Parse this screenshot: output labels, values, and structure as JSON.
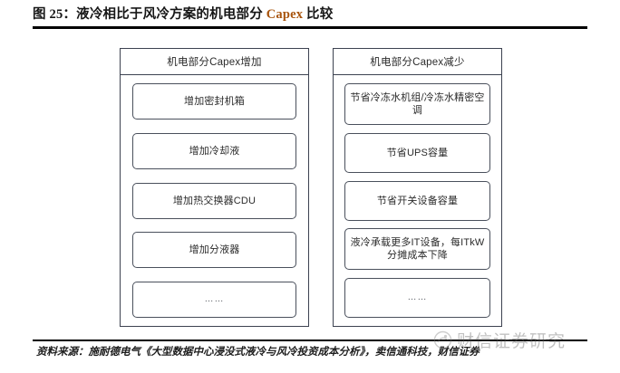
{
  "figure": {
    "label": "图 25：液冷相比于风冷方案的机电部分 ",
    "accent": "Capex",
    "label_tail": " 比较"
  },
  "diagram": {
    "left_panel": {
      "header": "机电部分Capex增加",
      "items": [
        "增加密封机箱",
        "增加冷却液",
        "增加热交换器CDU",
        "增加分液器",
        "……"
      ]
    },
    "right_panel": {
      "header": "机电部分Capex减少",
      "items": [
        "节省冷冻水机组/冷冻水精密空调",
        "节省UPS容量",
        "节省开关设备容量",
        "液冷承载更多IT设备，每ITkW分摊成本下降",
        "……"
      ]
    }
  },
  "footer": {
    "source": "资料来源：施耐德电气《大型数据中心浸没式液冷与风冷投资成本分析》，卖信通科技，财信证券"
  },
  "watermark": {
    "text": "财信证券研究"
  },
  "colors": {
    "accent": "#a8540d",
    "panel_border": "#3c4250",
    "item_border": "#4a505c",
    "rule": "#000000"
  }
}
